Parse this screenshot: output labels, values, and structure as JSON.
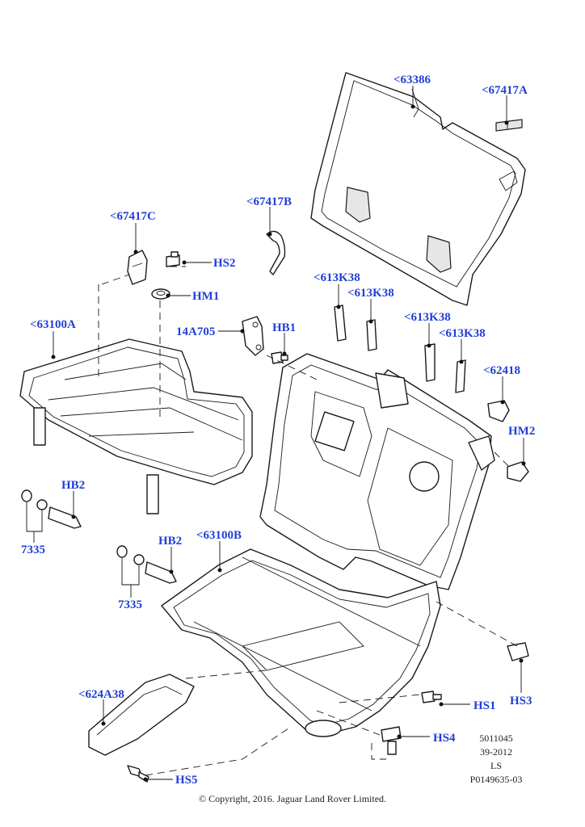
{
  "callouts": {
    "c63386": "<63386",
    "c67417A": "<67417A",
    "c67417B": "<67417B",
    "c67417C": "<67417C",
    "cHS2": "HS2",
    "cHM1": "HM1",
    "c14A705": "14A705",
    "cHB1": "HB1",
    "c613K38a": "<613K38",
    "c613K38b": "<613K38",
    "c613K38c": "<613K38",
    "c613K38d": "<613K38",
    "c62418": "<62418",
    "cHM2": "HM2",
    "c63100A": "<63100A",
    "cHB2a": "HB2",
    "c7335a": "7335",
    "cHB2b": "HB2",
    "c7335b": "7335",
    "c63100B": "<63100B",
    "cHS3": "HS3",
    "cHS1": "HS1",
    "c624A38": "<624A38",
    "cHS4": "HS4",
    "cHS5": "HS5"
  },
  "reference": {
    "line1": "5011045",
    "line2": "39-2012",
    "line3": "LS",
    "line4": "P0149635-03"
  },
  "copyright": "© Copyright, 2016. Jaguar Land Rover Limited.",
  "colors": {
    "callout": "#1f3fd6",
    "line": "#1a1a1a"
  }
}
